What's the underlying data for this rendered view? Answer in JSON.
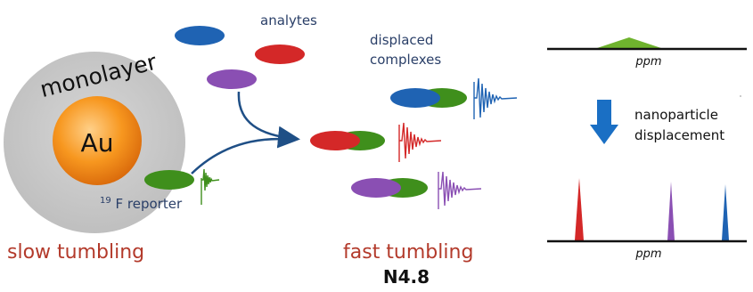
{
  "labels": {
    "monolayer": "monolayer",
    "core": "Au",
    "reporter_sup": "19",
    "reporter": "F reporter",
    "slow": "slow tumbling",
    "fast": "fast tumbling",
    "analytes": "analytes",
    "displaced_line1": "displaced",
    "displaced_line2": "complexes",
    "ppm_top": "ppm",
    "ppm_bottom": "ppm",
    "nano_line1": "nanoparticle",
    "nano_line2": "displacement",
    "figure_id": "N4.8"
  },
  "colors": {
    "blue": "#1f63b3",
    "red": "#d42828",
    "purple": "#8a4fb3",
    "green": "#3f8f1c",
    "gold": "#f08a1a",
    "shell": "#c8c8c8",
    "arrow": "#1f4f86",
    "label_red": "#b33a2b",
    "label_navy": "#2a3f68",
    "down_arrow": "#1a6fc4"
  },
  "icons": {
    "nanoparticle": "gold-nanoparticle-icon",
    "down_arrow": "down-arrow-icon",
    "curved_arrows": "curved-arrow-icon"
  }
}
